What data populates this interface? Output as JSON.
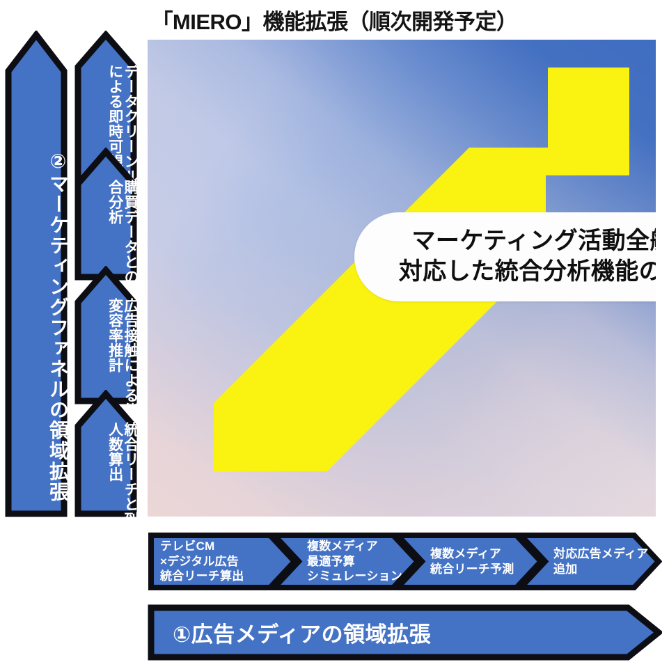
{
  "title": "「MIERO」機能拡張（順次開発予定）",
  "colors": {
    "arrow_fill": "#4472C4",
    "arrow_stroke": "#0d0d14",
    "growth_arrow": "#FAF312",
    "callout_bg": "#FDFDFD",
    "panel_top_left": "#C3C9E3",
    "panel_top_right": "#3F6DC0",
    "panel_bottom_left": "#E8D5D8",
    "panel_bottom_right": "#BDC6E4",
    "text_light": "#FFFFFF",
    "text_dark": "#141414"
  },
  "callout": {
    "line1": "マーケティング活動全般に",
    "line2": "対応した統合分析機能の拡充"
  },
  "funnel_arrow": {
    "label": "②マーケティングファネルの領域拡張",
    "index": "②"
  },
  "feature_arrows": [
    {
      "label": "データクリーンルームによる即時可視化"
    },
    {
      "label": "購買データとの統合分析"
    },
    {
      "label": "広告接触による態度変容率推計"
    },
    {
      "label": "統合リーチと到達人数算出"
    }
  ],
  "steps": [
    {
      "lines": [
        "テレビCM",
        "×デジタル広告",
        "統合リーチ算出"
      ]
    },
    {
      "lines": [
        "複数メディア",
        "最適予算",
        "シミュレーション"
      ]
    },
    {
      "lines": [
        "複数メディア",
        "統合リーチ予測"
      ]
    },
    {
      "lines": [
        "対応広告メディア",
        "追加"
      ]
    }
  ],
  "bottom_banner": {
    "label": "①広告メディアの領域拡張",
    "index": "①"
  }
}
